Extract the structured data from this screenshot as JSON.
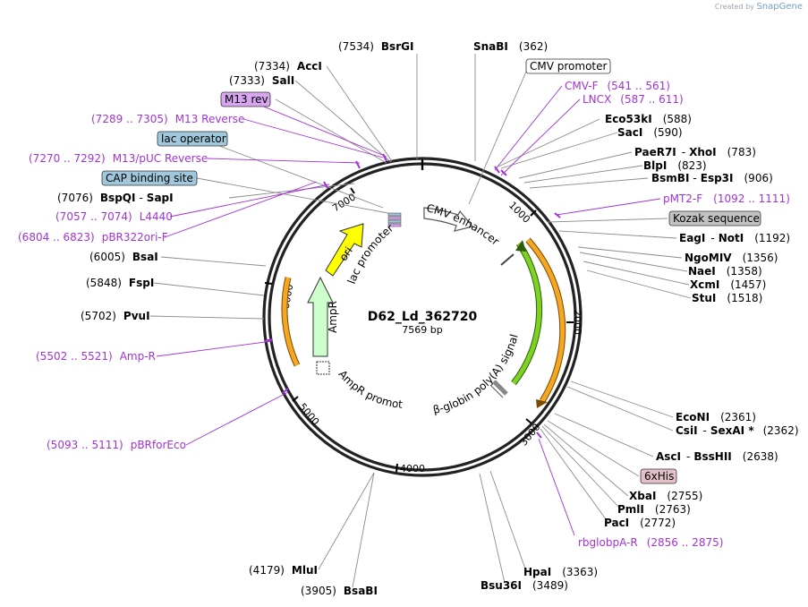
{
  "credit": {
    "prefix": "Created by",
    "brand": "SnapGene"
  },
  "plasmid": {
    "name": "D62_Ld_362720",
    "size_label": "7569 bp"
  },
  "ticks": [
    "1000",
    "2000",
    "3000",
    "4000",
    "5000",
    "6000",
    "7000"
  ],
  "features": {
    "cmv_enhancer": "CMV enhancer",
    "ori": "ori",
    "lac_promoter": "lac promoter",
    "ampr": "AmpR",
    "ampr_promoter": "AmpR promoter",
    "polya": "β-globin poly(A) signal"
  },
  "sites_top": [
    {
      "pos": "(7534)",
      "name": "BsrGI"
    },
    {
      "name": "SnaBI",
      "pos": "(362)"
    }
  ],
  "left_labels": {
    "acci": {
      "pos": "(7334)",
      "name": "AccI"
    },
    "sali": {
      "pos": "(7333)",
      "name": "SalI"
    },
    "m13rev_box": "M13 rev",
    "m13_reverse": {
      "pos": "(7289 .. 7305)",
      "name": "M13 Reverse"
    },
    "lac_operator_box": "lac operator",
    "m13_puc": {
      "pos": "(7270 .. 7292)",
      "name": "M13/pUC Reverse"
    },
    "cap_box": "CAP binding site",
    "bspqi": {
      "pos": "(7076)",
      "name": "BspQI",
      "name2": "SapI"
    },
    "l4440": {
      "pos": "(7057 .. 7074)",
      "name": "L4440"
    },
    "pbr322ori": {
      "pos": "(6804 .. 6823)",
      "name": "pBR322ori-F"
    },
    "bsai": {
      "pos": "(6005)",
      "name": "BsaI"
    },
    "fspi": {
      "pos": "(5848)",
      "name": "FspI"
    },
    "pvui": {
      "pos": "(5702)",
      "name": "PvuI"
    },
    "ampr_primer": {
      "pos": "(5502 .. 5521)",
      "name": "Amp-R"
    },
    "pbrforeco": {
      "pos": "(5093 .. 5111)",
      "name": "pBRforEco"
    },
    "mlui": {
      "pos": "(4179)",
      "name": "MluI"
    },
    "bsabi": {
      "pos": "(3905)",
      "name": "BsaBI"
    }
  },
  "right_labels": {
    "cmv_promoter_box": "CMV promoter",
    "cmvf": {
      "name": "CMV-F",
      "pos": "(541 .. 561)"
    },
    "lncx": {
      "name": "LNCX",
      "pos": "(587 .. 611)"
    },
    "eco53ki": {
      "name": "Eco53kI",
      "pos": "(588)"
    },
    "saci": {
      "name": "SacI",
      "pos": "(590)"
    },
    "paer7i": {
      "name": "PaeR7I",
      "name2": "XhoI",
      "pos": "(783)"
    },
    "blpi": {
      "name": "BlpI",
      "pos": "(823)"
    },
    "bsmbi": {
      "name": "BsmBI",
      "name2": "Esp3I",
      "pos": "(906)"
    },
    "pmt2f": {
      "name": "pMT2-F",
      "pos": "(1092 .. 1111)"
    },
    "kozak_box": "Kozak sequence",
    "eagi": {
      "name": "EagI",
      "name2": "NotI",
      "pos": "(1192)"
    },
    "ngomiv": {
      "name": "NgoMIV",
      "pos": "(1356)"
    },
    "naei": {
      "name": "NaeI",
      "pos": "(1358)"
    },
    "xcmi": {
      "name": "XcmI",
      "pos": "(1457)"
    },
    "stui": {
      "name": "StuI",
      "pos": "(1518)"
    },
    "econi": {
      "name": "EcoNI",
      "pos": "(2361)"
    },
    "csii": {
      "name": "CsiI",
      "name2": "SexAI *",
      "pos": "(2362)"
    },
    "asci": {
      "name": "AscI",
      "name2": "BssHII",
      "pos": "(2638)"
    },
    "his_box": "6xHis",
    "xbai": {
      "name": "XbaI",
      "pos": "(2755)"
    },
    "pmli": {
      "name": "PmlI",
      "pos": "(2763)"
    },
    "paci": {
      "name": "PacI",
      "pos": "(2772)"
    },
    "rbglobpa": {
      "name": "rbglobpA-R",
      "pos": "(2856 .. 2875)"
    },
    "hpai": {
      "name": "HpaI",
      "pos": "(3363)"
    },
    "bsu36i": {
      "name": "Bsu36I",
      "pos": "(3489)"
    }
  },
  "colors": {
    "ring": "#222222",
    "primer": "#a233d6",
    "m13rev_fill": "#d8a5f0",
    "lac_fill": "#9fc8dc",
    "kozak_fill": "#c2c2c2",
    "his_fill": "#e3c0c8",
    "ori_fill": "#ffff00",
    "ampr_fill": "#ccffcc",
    "orange": "#f5a623",
    "green": "#7ed321"
  }
}
